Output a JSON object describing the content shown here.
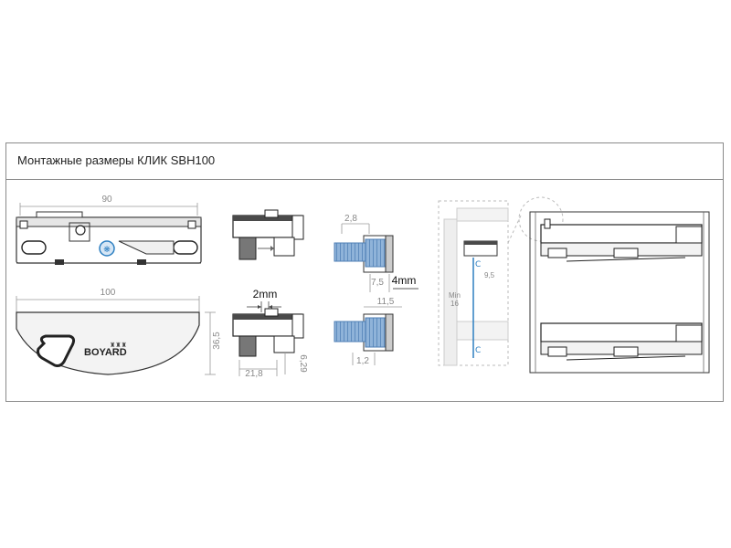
{
  "header": {
    "title": "Монтажные размеры КЛИК SBH100"
  },
  "dimensions": {
    "top_length": "90",
    "bottom_length": "100",
    "height": "36,5",
    "gap_2mm": "2mm",
    "offset_21_8": "21,8",
    "offset_6_29": "6,29",
    "thread_2_8": "2,8",
    "thread_7_5": "7,5",
    "thread_4mm": "4mm",
    "thread_11_5": "11,5",
    "thread_1_2": "1,2",
    "install_9_5": "9,5",
    "min_label": "Min",
    "min_value": "16"
  },
  "logo": {
    "text": "BOYARD"
  },
  "colors": {
    "line": "#8a8a8a",
    "part_dark": "#3a3a3a",
    "accent_blue": "#2d7fc1"
  }
}
